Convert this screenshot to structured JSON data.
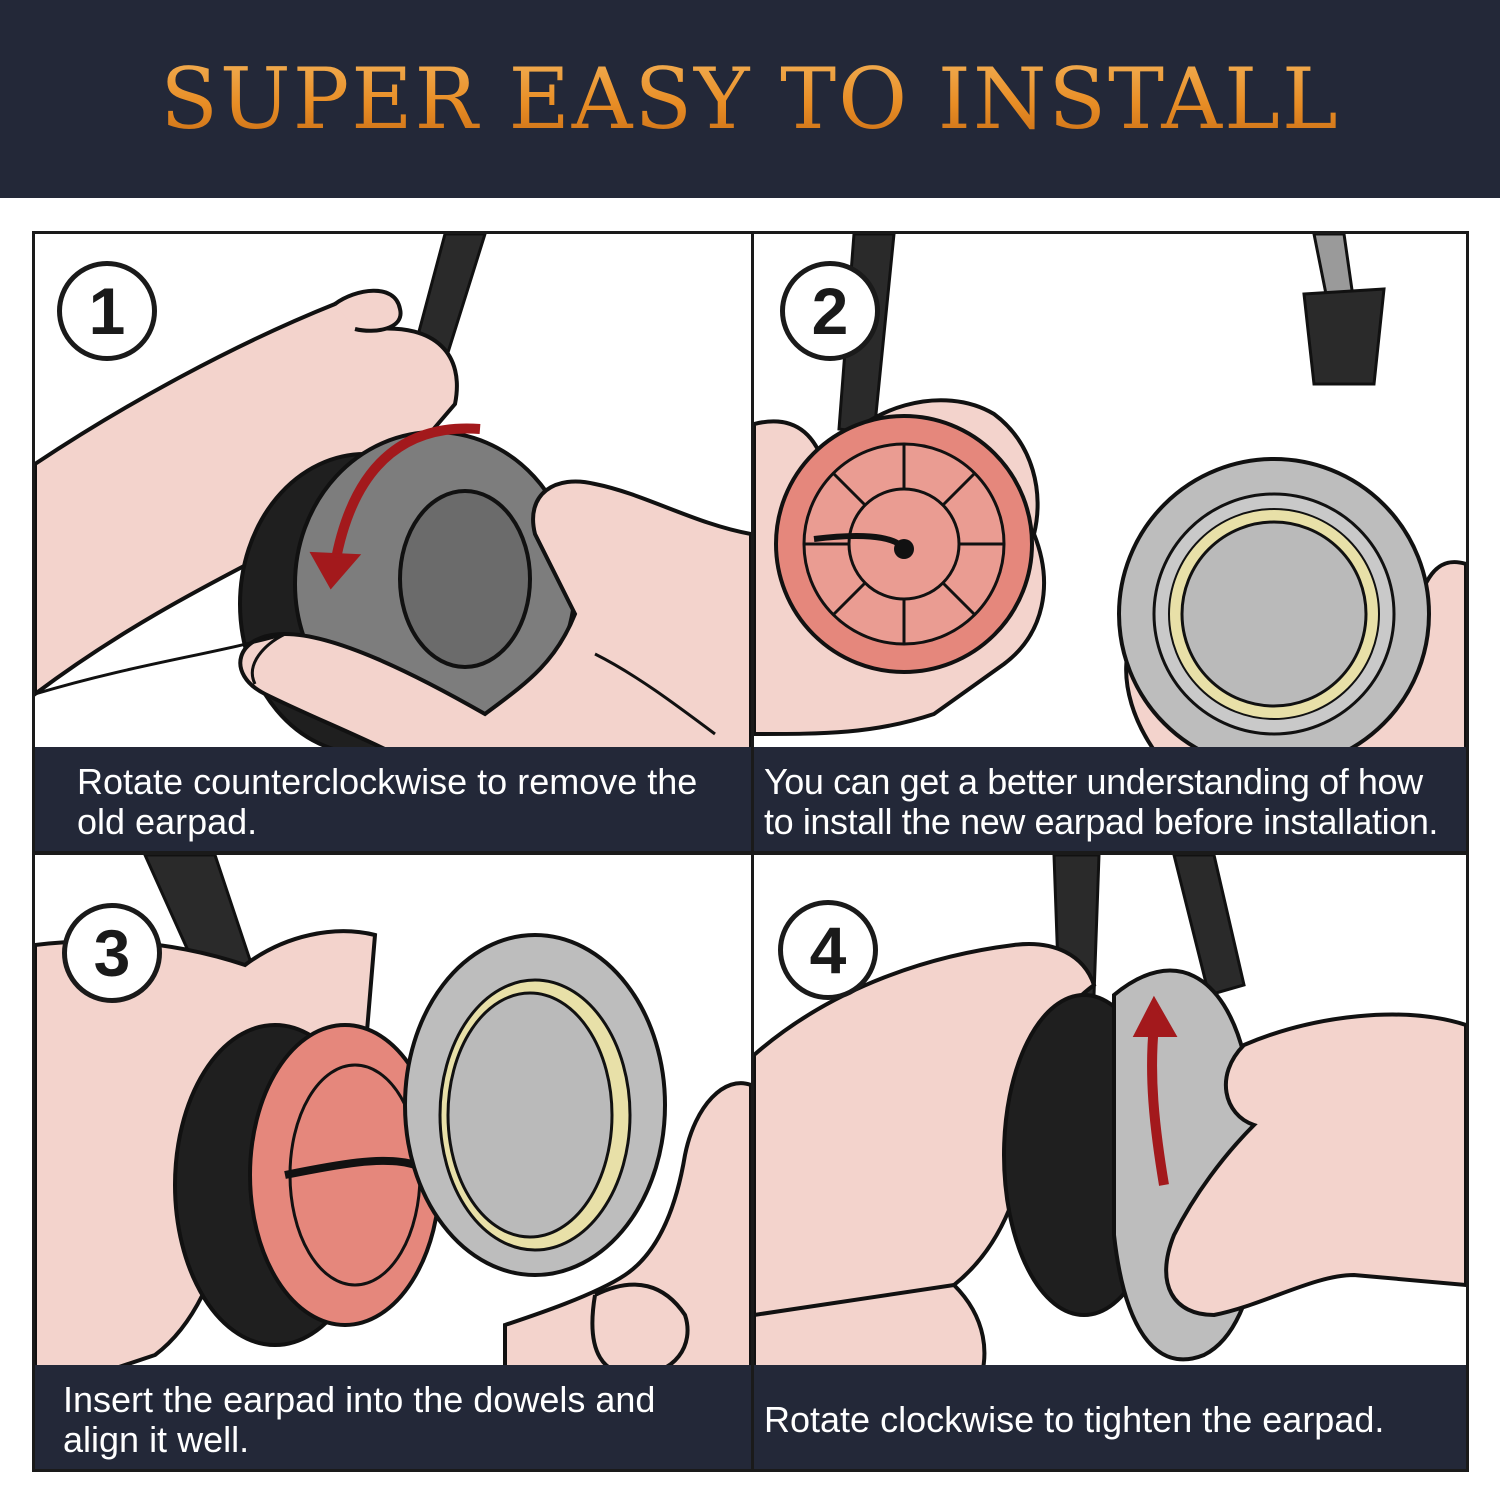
{
  "header": {
    "title": "SUPER EASY TO INSTALL"
  },
  "steps": [
    {
      "number": "1",
      "caption": "Rotate counterclockwise to remove the old earpad."
    },
    {
      "number": "2",
      "caption": "You can get a better understanding of how to install the new earpad before installation."
    },
    {
      "number": "3",
      "caption": "Insert the earpad into the dowels and align it well."
    },
    {
      "number": "4",
      "caption": "Rotate clockwise to tighten the earpad."
    }
  ],
  "colors": {
    "banner_bg": "#232838",
    "title_orange": "#e88d25",
    "arrow_red": "#a3191c",
    "skin": "#f3d3cc",
    "earpad_gray": "#7d7d7d",
    "pad_light_gray": "#bdbdbd",
    "plate_salmon": "#e5877c"
  }
}
